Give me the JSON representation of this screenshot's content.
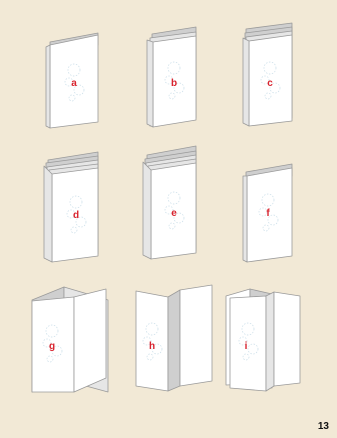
{
  "colors": {
    "background": "#f2e9d6",
    "panel_front": "#ffffff",
    "panel_mid": "#e6e6e6",
    "panel_back": "#cfcfcf",
    "edge": "#9a9a9a",
    "label": "#d9232e",
    "faint_art": "#c9dde8"
  },
  "brochures": [
    {
      "id": "a",
      "label": "a",
      "style": "bifold"
    },
    {
      "id": "b",
      "label": "b",
      "style": "trifold"
    },
    {
      "id": "c",
      "label": "c",
      "style": "four-panel"
    },
    {
      "id": "d",
      "label": "d",
      "style": "stacked"
    },
    {
      "id": "e",
      "label": "e",
      "style": "stacked"
    },
    {
      "id": "f",
      "label": "f",
      "style": "short-flap"
    },
    {
      "id": "g",
      "label": "g",
      "style": "open-z-fold"
    },
    {
      "id": "h",
      "label": "h",
      "style": "open-gatefold"
    },
    {
      "id": "i",
      "label": "i",
      "style": "open-double-gate"
    }
  ],
  "page_number": "13"
}
